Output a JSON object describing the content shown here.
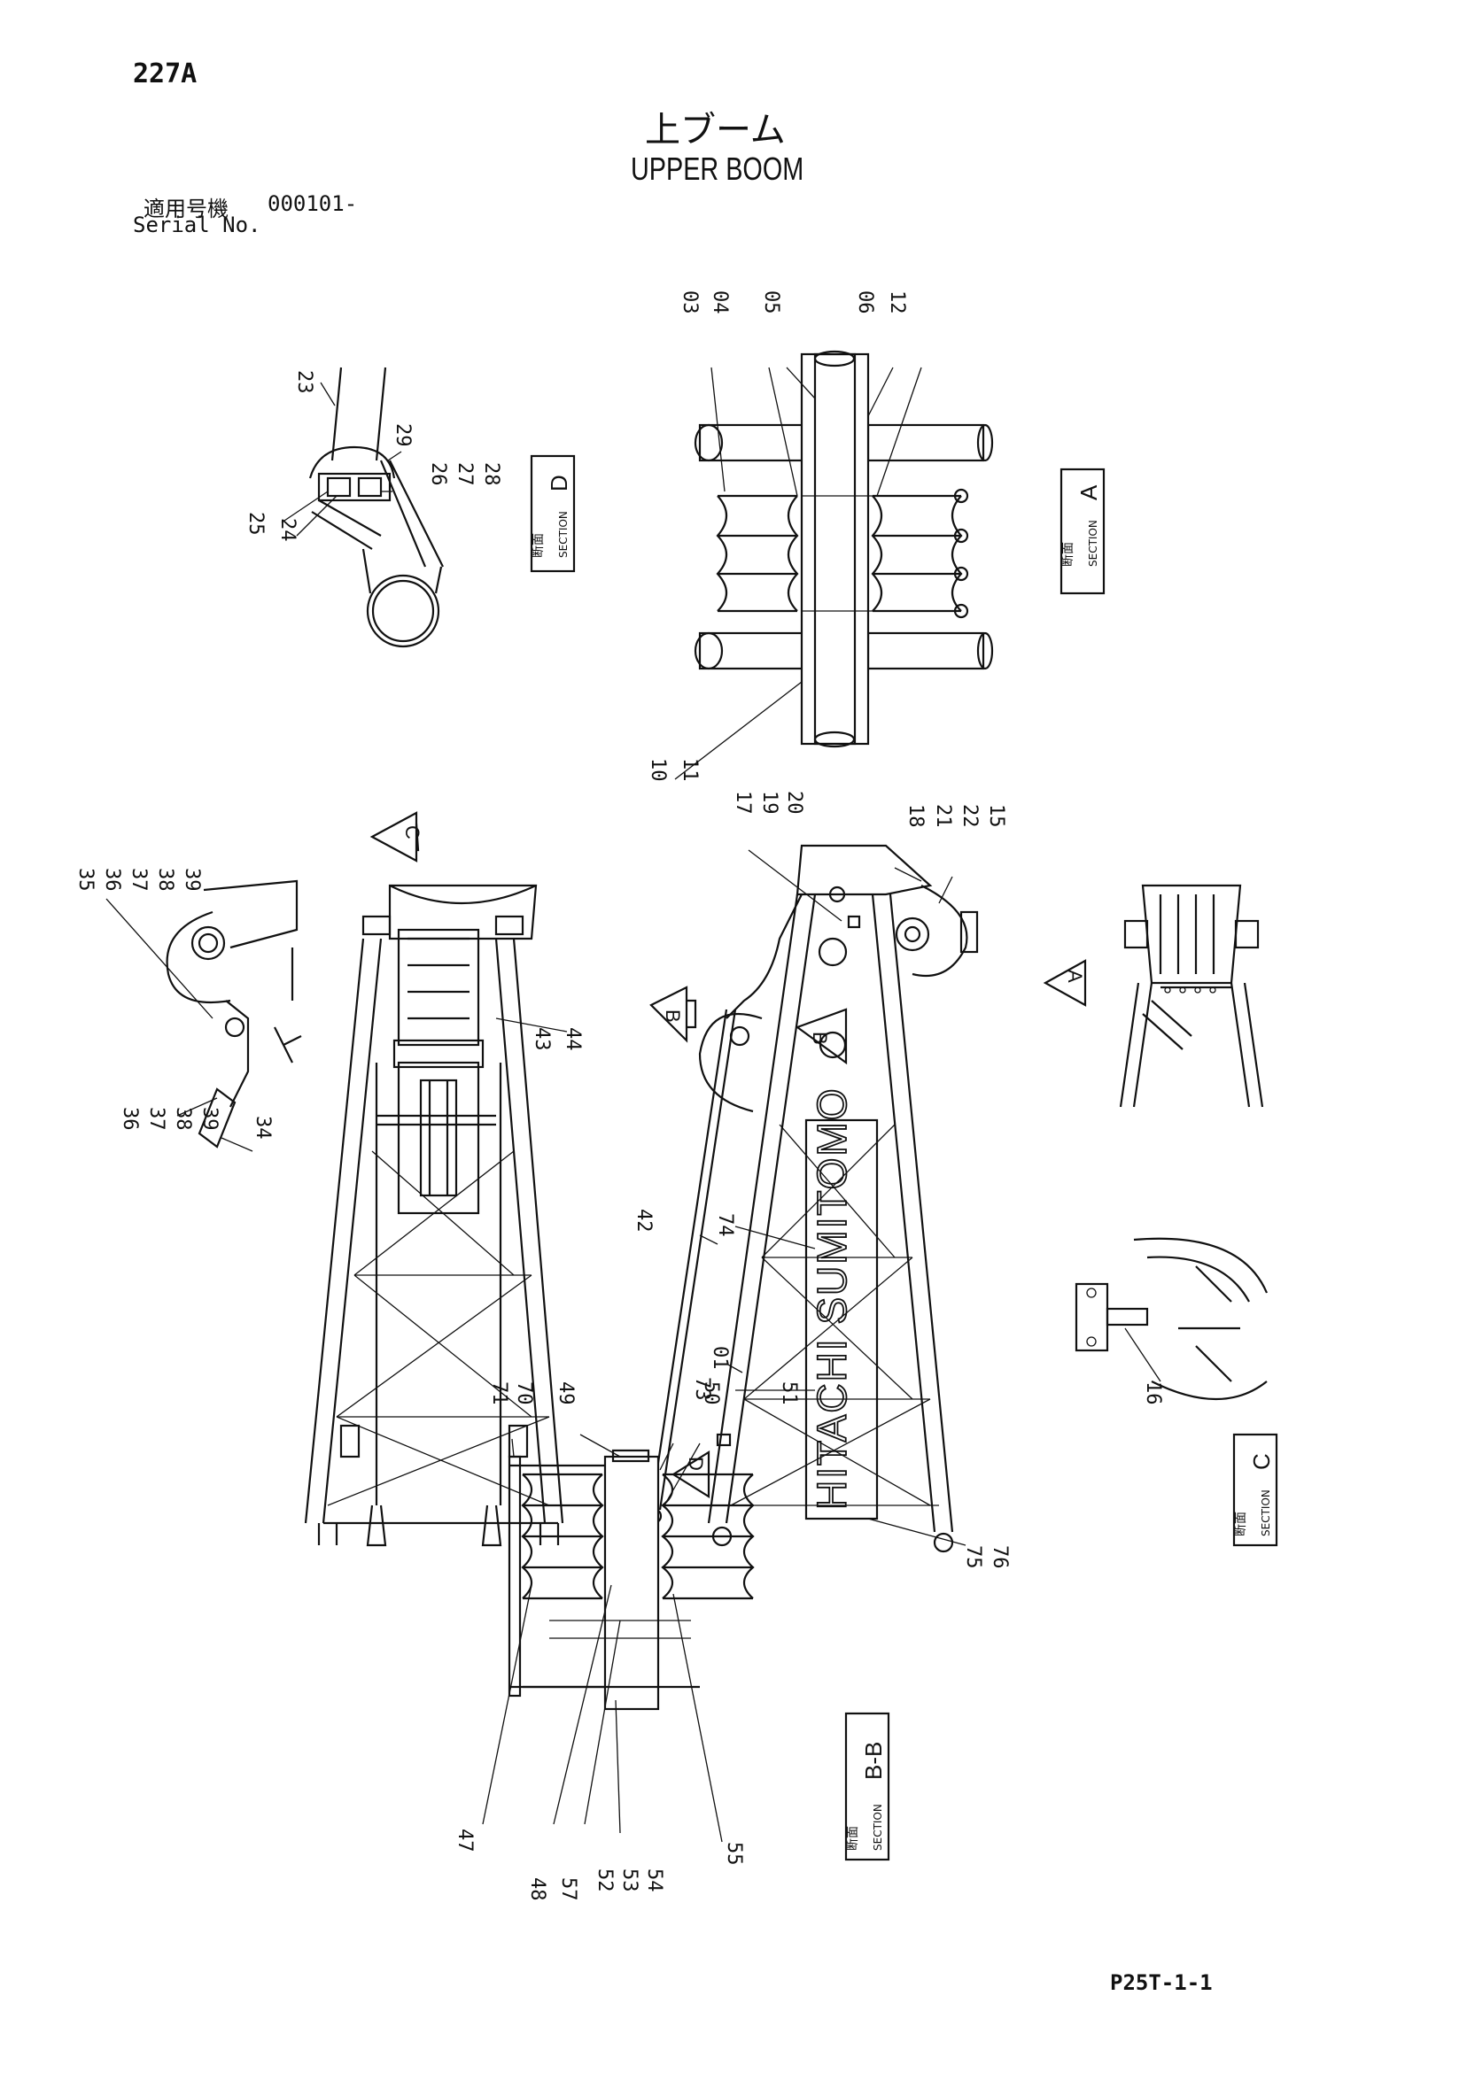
{
  "header": {
    "page_code": "227A",
    "title_jp": "上ブーム",
    "title_en": "UPPER BOOM",
    "serial_label_jp": "適用号機",
    "serial_range": "000101-",
    "serial_label_en": "Serial No."
  },
  "footer": {
    "code": "P25T-1-1"
  },
  "section_labels": {
    "jp": "断面",
    "en": "SECTION",
    "A": "A",
    "C": "C",
    "D": "D",
    "BB": "B-B"
  },
  "view_markers": {
    "A": "A",
    "B": "B",
    "C": "C",
    "D": "D"
  },
  "logo_text": "HITACHI SUMITOMO",
  "part_numbers": {
    "section_a": [
      "03",
      "04",
      "05",
      "06",
      "12",
      "10",
      "11"
    ],
    "section_d": [
      "23",
      "29",
      "26",
      "27",
      "28",
      "25",
      "24"
    ],
    "side_view": [
      "17",
      "19",
      "20",
      "18",
      "21",
      "22",
      "15",
      "42",
      "74",
      "73",
      "01",
      "75",
      "76"
    ],
    "detail_left": [
      "35",
      "36",
      "37",
      "38",
      "39",
      "34"
    ],
    "front_view": [
      "43",
      "44"
    ],
    "section_c": [
      "16"
    ],
    "section_bb": [
      "71",
      "70",
      "49",
      "50",
      "51",
      "47",
      "48",
      "57",
      "52",
      "53",
      "54",
      "55"
    ]
  }
}
